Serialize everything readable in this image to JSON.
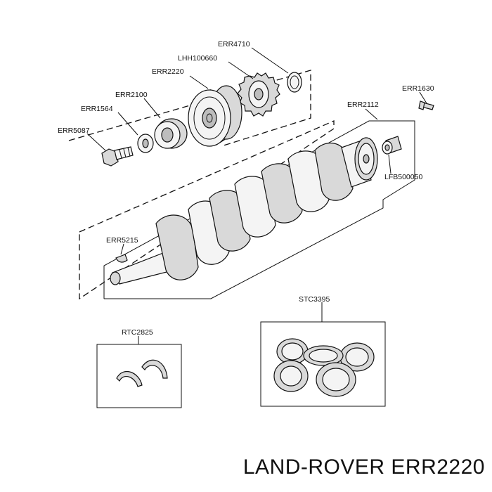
{
  "caption": "LAND-ROVER ERR2220",
  "parts": {
    "err4710": "ERR4710",
    "lhh100660": "LHH100660",
    "err2220": "ERR2220",
    "err2100": "ERR2100",
    "err1564": "ERR1564",
    "err5087": "ERR5087",
    "err1630": "ERR1630",
    "err2112": "ERR2112",
    "lfb500050": "LFB500050",
    "err5215": "ERR5215",
    "stc3395": "STC3395",
    "rtc2825": "RTC2825"
  }
}
